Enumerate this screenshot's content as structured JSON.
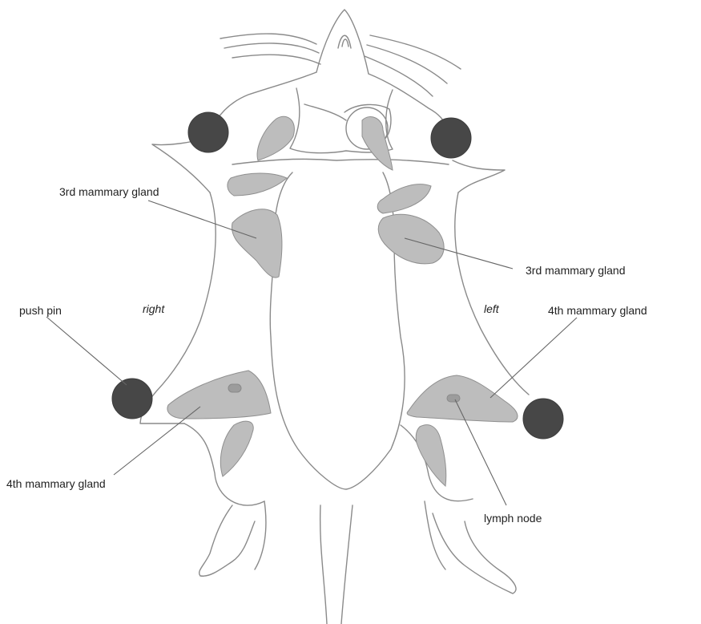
{
  "labels": {
    "third_gland_right": "3rd mammary gland",
    "third_gland_left": "3rd mammary gland",
    "fourth_gland_right": "4th mammary gland",
    "fourth_gland_left": "4th mammary gland",
    "push_pin": "push pin",
    "lymph_node": "lymph node",
    "side_right": "right",
    "side_left": "left"
  },
  "colors": {
    "outline": "#8a8a8a",
    "gland_fill": "#bdbdbd",
    "gland_dark_fill": "#9c9c9c",
    "push_pin_fill": "#474747",
    "lymph_node_fill": "#555555",
    "leader": "#666666"
  }
}
